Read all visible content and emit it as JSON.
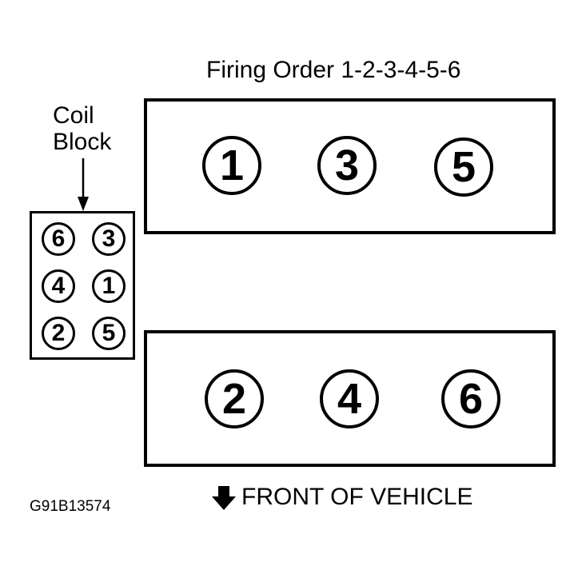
{
  "title": "Firing Order 1-2-3-4-5-6",
  "coil_block_label": {
    "line1": "Coil",
    "line2": "Block"
  },
  "top_bank": {
    "cylinders": [
      "1",
      "3",
      "5"
    ]
  },
  "bottom_bank": {
    "cylinders": [
      "2",
      "4",
      "6"
    ]
  },
  "coil_block": {
    "rows": [
      [
        "6",
        "3"
      ],
      [
        "4",
        "1"
      ],
      [
        "2",
        "5"
      ]
    ]
  },
  "front_label": "FRONT OF VEHICLE",
  "figure_id": "G91B13574",
  "icons": {
    "coil_arrow": "arrow-down-icon",
    "front_arrow": "bold-arrow-down-icon"
  }
}
